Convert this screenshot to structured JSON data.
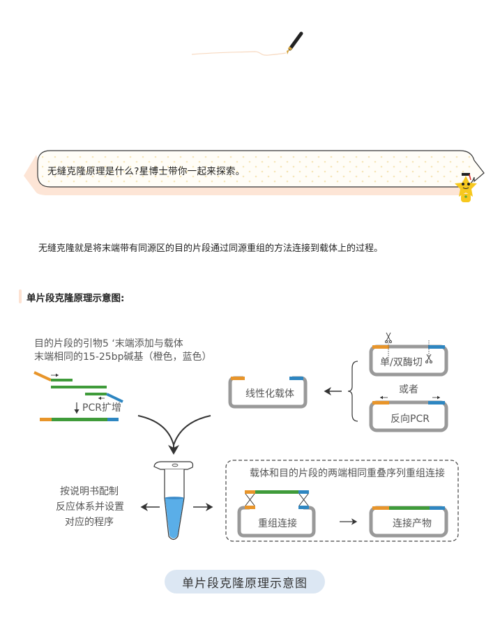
{
  "header": {
    "decoration_icon": "fountain-pen-icon"
  },
  "banner": {
    "text": "无缝克隆原理是什么?星博士带你一起来探索。",
    "mascot_icon": "star-doctor-mascot-icon",
    "colors": {
      "shadow": "#fde5d6",
      "dots": "#f6e6b8",
      "border": "#333333"
    }
  },
  "intro": {
    "text": "无缝克隆就是将末端带有同源区的目的片段通过同源重组的方法连接到载体上的过程。"
  },
  "section": {
    "title": "单片段克隆原理示意图:"
  },
  "diagram": {
    "primer_note_line1": "目的片段的引物5 ‘末端添加与载体",
    "primer_note_line2": "末端相同的15-25bp碱基（橙色，蓝色）",
    "pcr_label": "PCR扩增",
    "linear_vector_label": "线性化载体",
    "digest_label": "单/双酶切",
    "or_label": "或者",
    "reverse_pcr_label": "反向PCR",
    "instruction_line1": "按说明书配制",
    "instruction_line2": "反应体系并设置",
    "instruction_line3": "对应的程序",
    "recomb_title": "载体和目的片段的两端相同重叠序列重组连接",
    "recomb_label": "重组连接",
    "product_label": "连接产物",
    "colors": {
      "orange": "#e8952a",
      "green": "#3f9b3a",
      "blue": "#2e86c1",
      "vector_gray": "#999999",
      "liquid": "#5aaee8"
    },
    "icons": [
      "scissors-icon",
      "tube-icon",
      "arrow-icon",
      "brace-icon"
    ]
  },
  "caption": {
    "text": "单片段克隆原理示意图"
  }
}
